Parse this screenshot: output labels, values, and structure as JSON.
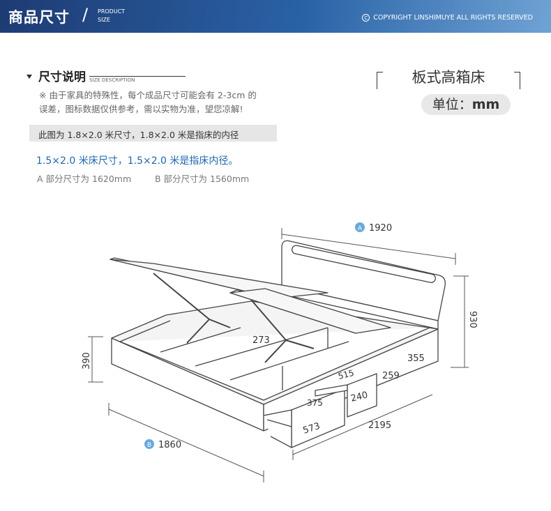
{
  "header": {
    "title": "商品尺寸",
    "slash": "/",
    "en_line1": "PRODUCT",
    "en_line2": "SIZE",
    "copyright": "COPYRIGHT LINSHIMUYE ALL RIGHTS RESERVED"
  },
  "section": {
    "title": "尺寸说明",
    "subtitle": "SIZE DESCRIPTION",
    "note_line1": "※ 由于家具的特殊性，每个成品尺寸可能会有 2-3cm 的",
    "note_line2": "误差，图标数据仅供参考，需以实物为准，望您凉解!",
    "bar_text": "此图为 1.8×2.0 米尺寸，1.8×2.0 米是指床的内径",
    "blue_text": "1.5×2.0 米床尺寸，1.5×2.0 米是指床内径。",
    "part_a": "A 部分尺寸为 1620mm",
    "part_b": "B 部分尺寸为 1560mm"
  },
  "product": {
    "name": "板式高箱床",
    "unit_label": "单位：",
    "unit_value": "mm"
  },
  "dimensions": {
    "a_marker": "A",
    "a_value": "1920",
    "b_marker": "B",
    "b_value": "1860",
    "height_total": "930",
    "height_box": "390",
    "inner_depth": "273",
    "drawer_gap": "355",
    "side_259": "259",
    "drawer_515": "515",
    "drawer_240": "240",
    "drawer_375": "375",
    "drawer_573": "573",
    "length": "2195"
  },
  "colors": {
    "header_dark": "#1e3b73",
    "header_light": "#6fa3d4",
    "accent_blue": "#1e66b0",
    "marker_blue": "#6aa9dc"
  },
  "icons": {
    "copyright": "copyright-icon"
  }
}
